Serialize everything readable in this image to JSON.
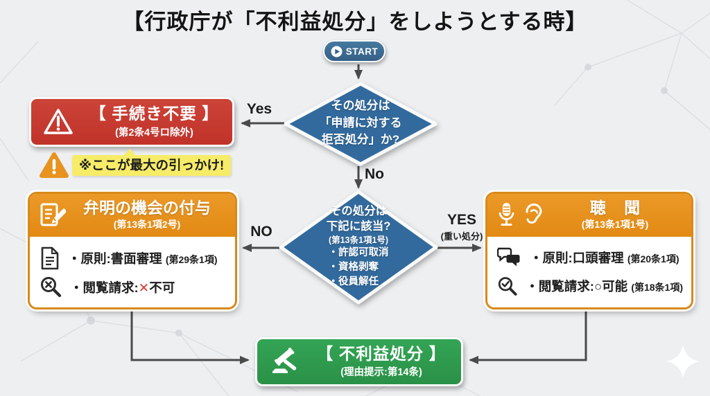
{
  "title": "【行政庁が「不利益処分」をしようとする時】",
  "start": {
    "label": "START"
  },
  "decision1": {
    "line1": "その処分は",
    "line2": "「申請に対する",
    "line3": "拒否処分」か?"
  },
  "decision2": {
    "line1": "その処分は",
    "line2": "下記に該当?",
    "ref": "(第13条1項1号)",
    "items": [
      "・許認可取消",
      "・資格剥奪",
      "・役員解任"
    ]
  },
  "edge_labels": {
    "yes1": "Yes",
    "no1": "No",
    "no2": "NO",
    "yes2": "YES",
    "yes2_note": "(重い処分)"
  },
  "no_procedure": {
    "title": "【 手続き不要 】",
    "ref": "(第2条4号ロ除外)"
  },
  "trap_note": {
    "text": "※ここが最大の引っかけ!"
  },
  "benmei": {
    "title": "弁明の機会の付与",
    "ref": "(第13条1項2号)",
    "row1": {
      "text": "・原則:書面審理",
      "ref": "(第29条1項)"
    },
    "row2": {
      "prefix": "・閲覧請求:",
      "mark": "✕",
      "text": "不可"
    }
  },
  "chomon": {
    "title": "聴 聞",
    "ref": "(第13条1項1号)",
    "row1": {
      "text": "・原則:口頭審理",
      "ref": "(第20条1項)"
    },
    "row2": {
      "prefix": "・閲覧請求:",
      "mark": "○",
      "text": "可能",
      "ref": "(第18条1項)"
    }
  },
  "result": {
    "title": "【 不利益処分 】",
    "ref": "(理由提示:第14条)"
  },
  "colors": {
    "diamond_blue": "#336a9d",
    "alert_red": "#c9382e",
    "process_orange": "#e8911d",
    "result_green": "#2f9a4e",
    "highlight_yellow": "#f6ec68",
    "arrow_gray": "#4a4a4a"
  }
}
